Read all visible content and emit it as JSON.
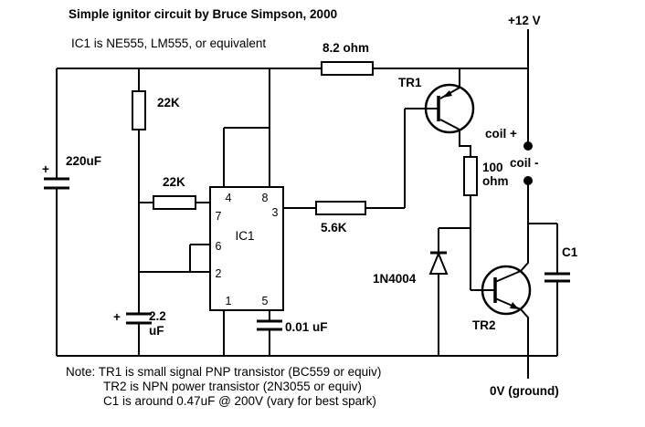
{
  "diagram": {
    "title": "Simple ignitor circuit by Bruce Simpson, 2000",
    "subtitle": "IC1 is NE555, LM555, or equivalent",
    "supply": {
      "positive": "+12 V",
      "ground": "0V (ground)"
    },
    "labels": {
      "r_series": "8.2 ohm",
      "r_pullup": "22K",
      "r_timing": "22K",
      "r_base": "5.6K",
      "r_100_line1": "100",
      "r_100_line2": "ohm",
      "c_filter_polarity": "+",
      "c_filter": "220uF",
      "c_timing_polarity": "+",
      "c_timing_value": "2.2",
      "c_timing_unit": "uF",
      "c_bypass": "0.01 uF",
      "c_snubber": "C1",
      "diode": "1N4004",
      "tr1": "TR1",
      "tr2": "TR2",
      "coil_plus": "coil +",
      "coil_minus": "coil -"
    },
    "ic": {
      "name": "IC1",
      "pins": {
        "p4": "4",
        "p8": "8",
        "p7": "7",
        "p3": "3",
        "p6": "6",
        "p2": "2",
        "p1": "1",
        "p5": "5"
      }
    },
    "notes": [
      "Note: TR1 is small signal PNP transistor (BC559 or equiv)",
      "TR2 is NPN power transistor (2N3055 or equiv)",
      "C1 is around 0.47uF @ 200V (vary for best spark)"
    ],
    "colors": {
      "ink": "#000000",
      "background": "#ffffff"
    }
  }
}
